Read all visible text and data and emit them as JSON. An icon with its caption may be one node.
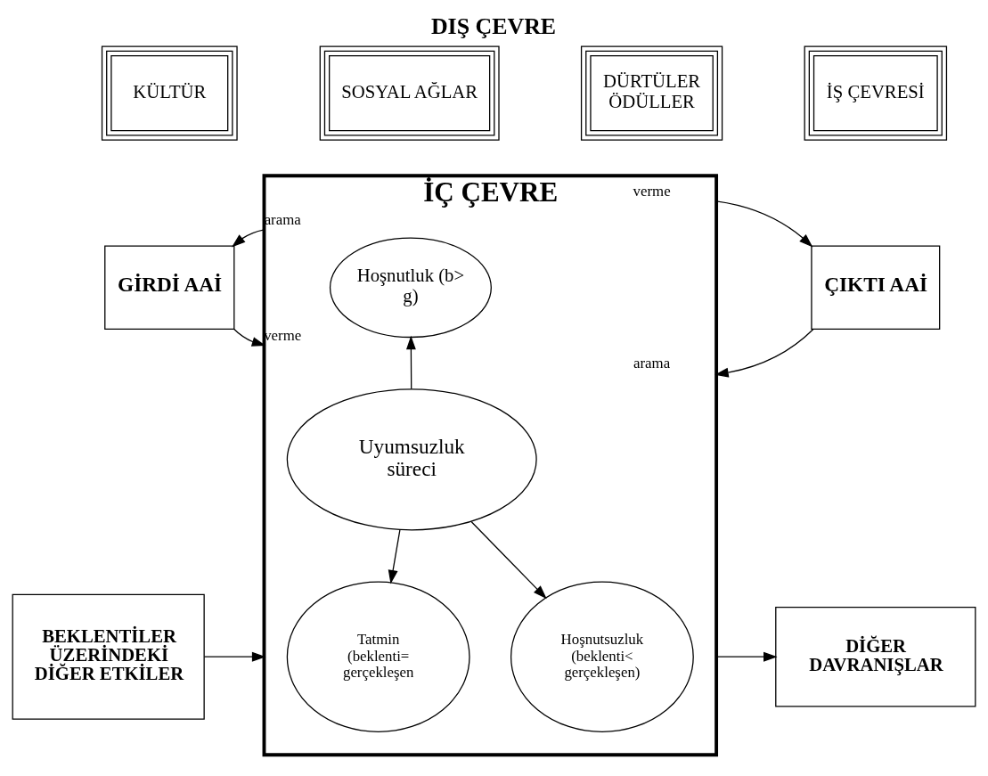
{
  "diagram": {
    "title": "DIŞ ÇEVRE",
    "nodes": [
      {
        "text": [
          "KÜLTÜR"
        ]
      },
      {
        "text": [
          "SOSYAL AĞLAR"
        ]
      },
      {
        "text": [
          "DÜRTÜLER ÖDÜLLER"
        ]
      },
      {
        "text": [
          "İŞ ÇEVRESİ"
        ]
      },
      {
        "text": [
          "İÇ ÇEVRE"
        ]
      },
      {
        "text": [
          "GİRDİ AAİ"
        ]
      },
      {
        "text": [
          "Hoşnutluk (b> g)"
        ],
        "in": 4
      },
      {
        "text": [
          "Uyumsuzluk süreci"
        ],
        "in": 4
      },
      {
        "text": [
          "Tatmin (beklenti= gerçekleşen"
        ],
        "in": 4
      },
      {
        "text": [
          "Hoşnutsuzluk (beklenti< gerçekleşen)"
        ],
        "in": 4
      },
      {
        "text": [
          "ÇIKTI AAİ"
        ]
      },
      {
        "text": [
          "BEKLENTİLER ÜZERİNDEKİ DİĞER ETKİLER"
        ]
      },
      {
        "text": [
          "DİĞER DAVRANIŞLAR"
        ]
      }
    ],
    "edges": [
      {
        "from": 4,
        "to": 5,
        "arrow": "to",
        "label": "arama"
      },
      {
        "from": 5,
        "to": 4,
        "arrow": "to",
        "label": "verme"
      },
      {
        "from": 4,
        "to": 10,
        "arrow": "to",
        "label": "verme"
      },
      {
        "from": 10,
        "to": 4,
        "arrow": "to",
        "label": "arama"
      },
      {
        "from": 7,
        "to": 6,
        "arrow": "to"
      },
      {
        "from": 7,
        "to": 8,
        "arrow": "to"
      },
      {
        "from": 7,
        "to": 9,
        "arrow": "to"
      },
      {
        "from": 11,
        "to": 4,
        "arrow": "to"
      },
      {
        "from": 4,
        "to": 12,
        "arrow": "to"
      }
    ]
  }
}
